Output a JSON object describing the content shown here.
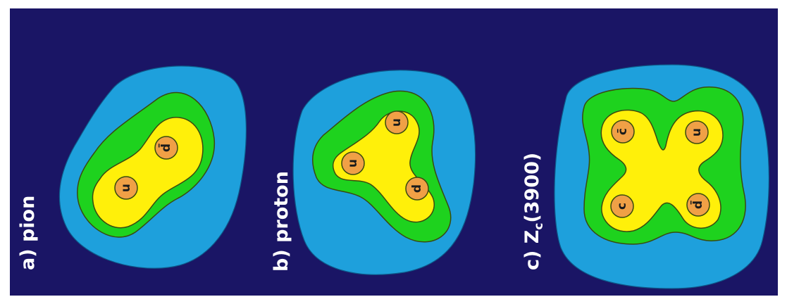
{
  "labels": {
    "pion": "a) pion",
    "proton": "b) proton",
    "zc_prefix": "c) Z",
    "zc_sub": "c",
    "zc_suffix": "(3900)"
  },
  "quarks": {
    "pion": [
      "u",
      "d̄"
    ],
    "proton": [
      "u",
      "u",
      "d"
    ],
    "zc": [
      "c",
      "c̄",
      "u",
      "d̄"
    ]
  },
  "colors": {
    "background": "#1a1565",
    "outer_layer": "#1ea0dc",
    "middle_layer": "#1ed21e",
    "inner_layer": "#fff00a",
    "quark_fill": "#f0a046",
    "outline": "#3a4a10"
  }
}
